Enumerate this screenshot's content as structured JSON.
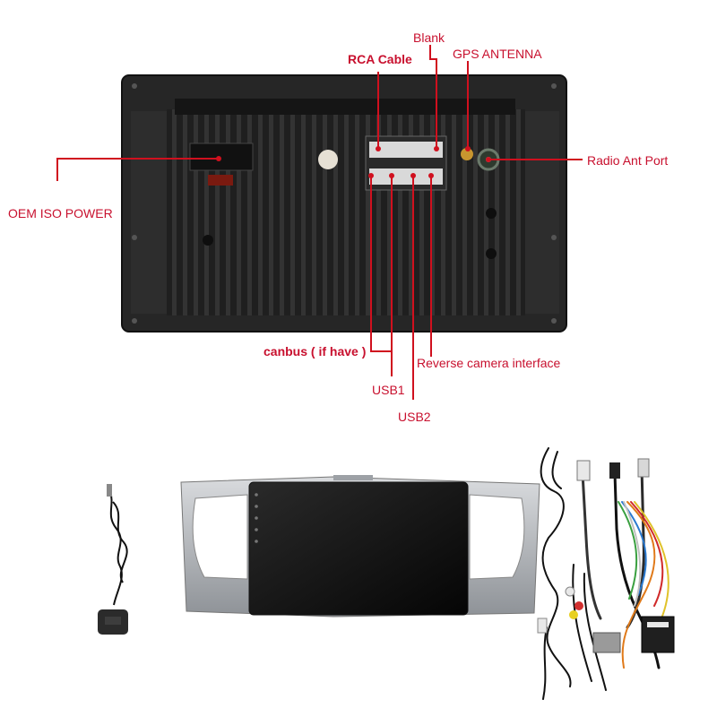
{
  "labels": {
    "blank": "Blank",
    "rca_cable": "RCA Cable",
    "gps_antenna": "GPS ANTENNA",
    "radio_ant_port": "Radio Ant Port",
    "oem_iso_power": "OEM ISO POWER",
    "canbus": "canbus ( if have )",
    "reverse_camera": "Reverse camera interface",
    "usb1": "USB1",
    "usb2": "USB2"
  },
  "colors": {
    "label_red": "#c8102e",
    "callout_line": "#d0101e",
    "unit_body": "#1c1c1c",
    "bezel_silver": "#b9bcc0"
  },
  "icons": {
    "gps_module": "gps-puck-icon",
    "cables": "wiring-harness-icon"
  }
}
